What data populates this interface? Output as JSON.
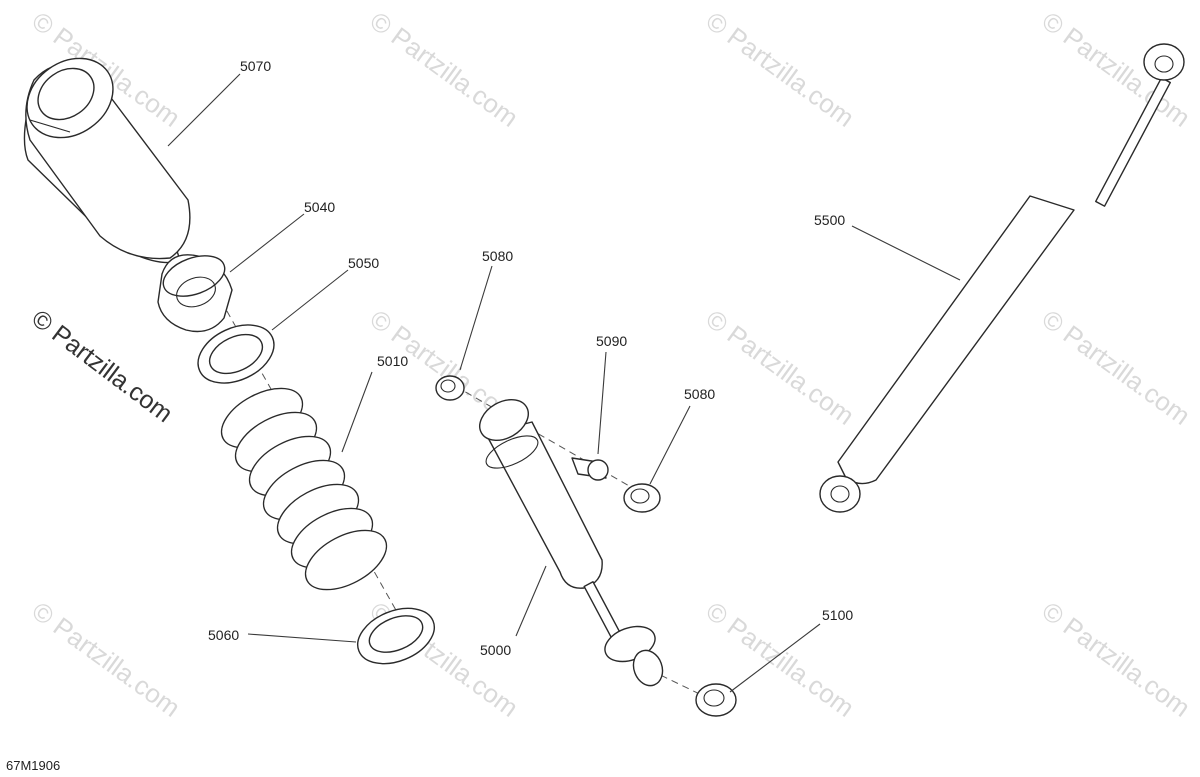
{
  "diagram": {
    "watermark_text": "© Partzilla.com",
    "side_watermark_text": "© Partzilla.com",
    "drawing_code": "67M1906",
    "callouts": {
      "p5070": "5070",
      "p5040": "5040",
      "p5050": "5050",
      "p5010": "5010",
      "p5060": "5060",
      "p5080a": "5080",
      "p5090": "5090",
      "p5080b": "5080",
      "p5000": "5000",
      "p5100": "5100",
      "p5500": "5500"
    }
  }
}
